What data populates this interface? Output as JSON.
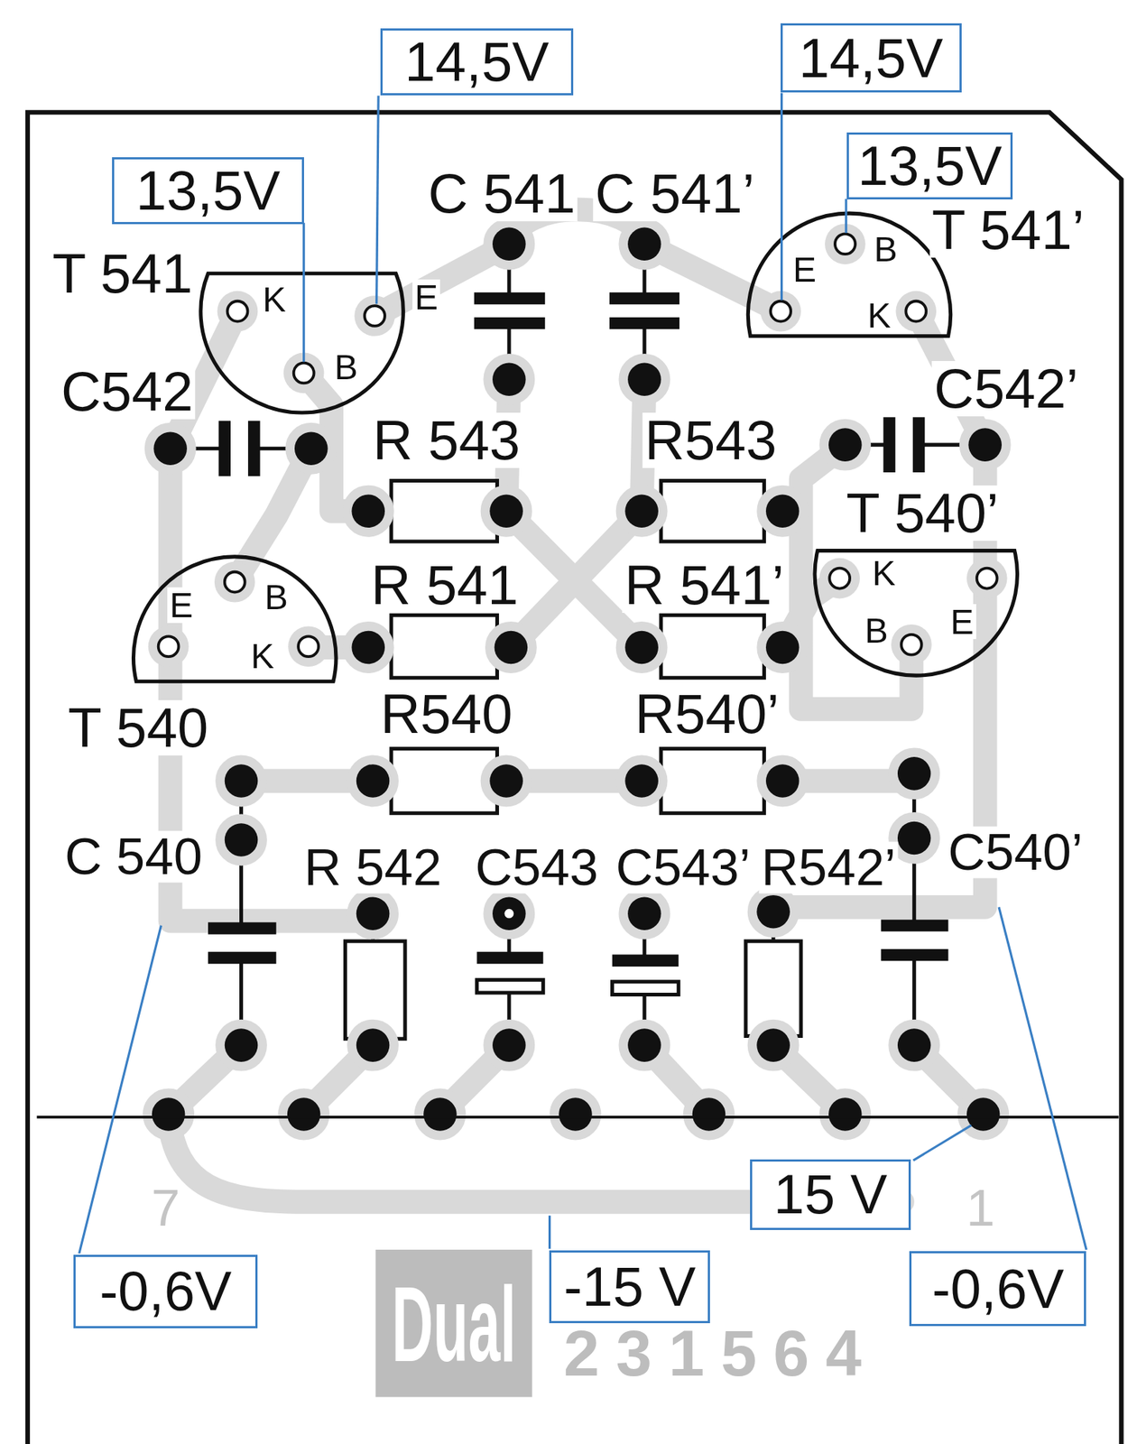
{
  "diagram": {
    "nodes": [
      {
        "text": [
          "14,5V"
        ]
      },
      {
        "text": [
          "14,5V"
        ]
      },
      {
        "text": [
          "13,5V"
        ]
      },
      {
        "text": [
          "13,5V"
        ]
      },
      {
        "text": [
          "15 V"
        ]
      },
      {
        "text": [
          "-0,6V"
        ]
      },
      {
        "text": [
          "-15 V"
        ]
      },
      {
        "text": [
          "-0,6V"
        ]
      }
    ],
    "labels": [
      "T 541",
      "K",
      "E",
      "B",
      "C 541",
      "C 541’",
      "E",
      "B",
      "K",
      "T 541’",
      "C542",
      "R 543",
      "R543",
      "C542’",
      "T 540’",
      "K",
      "E",
      "B",
      "E",
      "B",
      "K",
      "R 541",
      "R 541’",
      "T 540",
      "R540",
      "R540’",
      "C 540",
      "R 542",
      "C543",
      "C543’",
      "R542’",
      "C540’",
      "7",
      "1",
      "Dual",
      "231564"
    ]
  }
}
